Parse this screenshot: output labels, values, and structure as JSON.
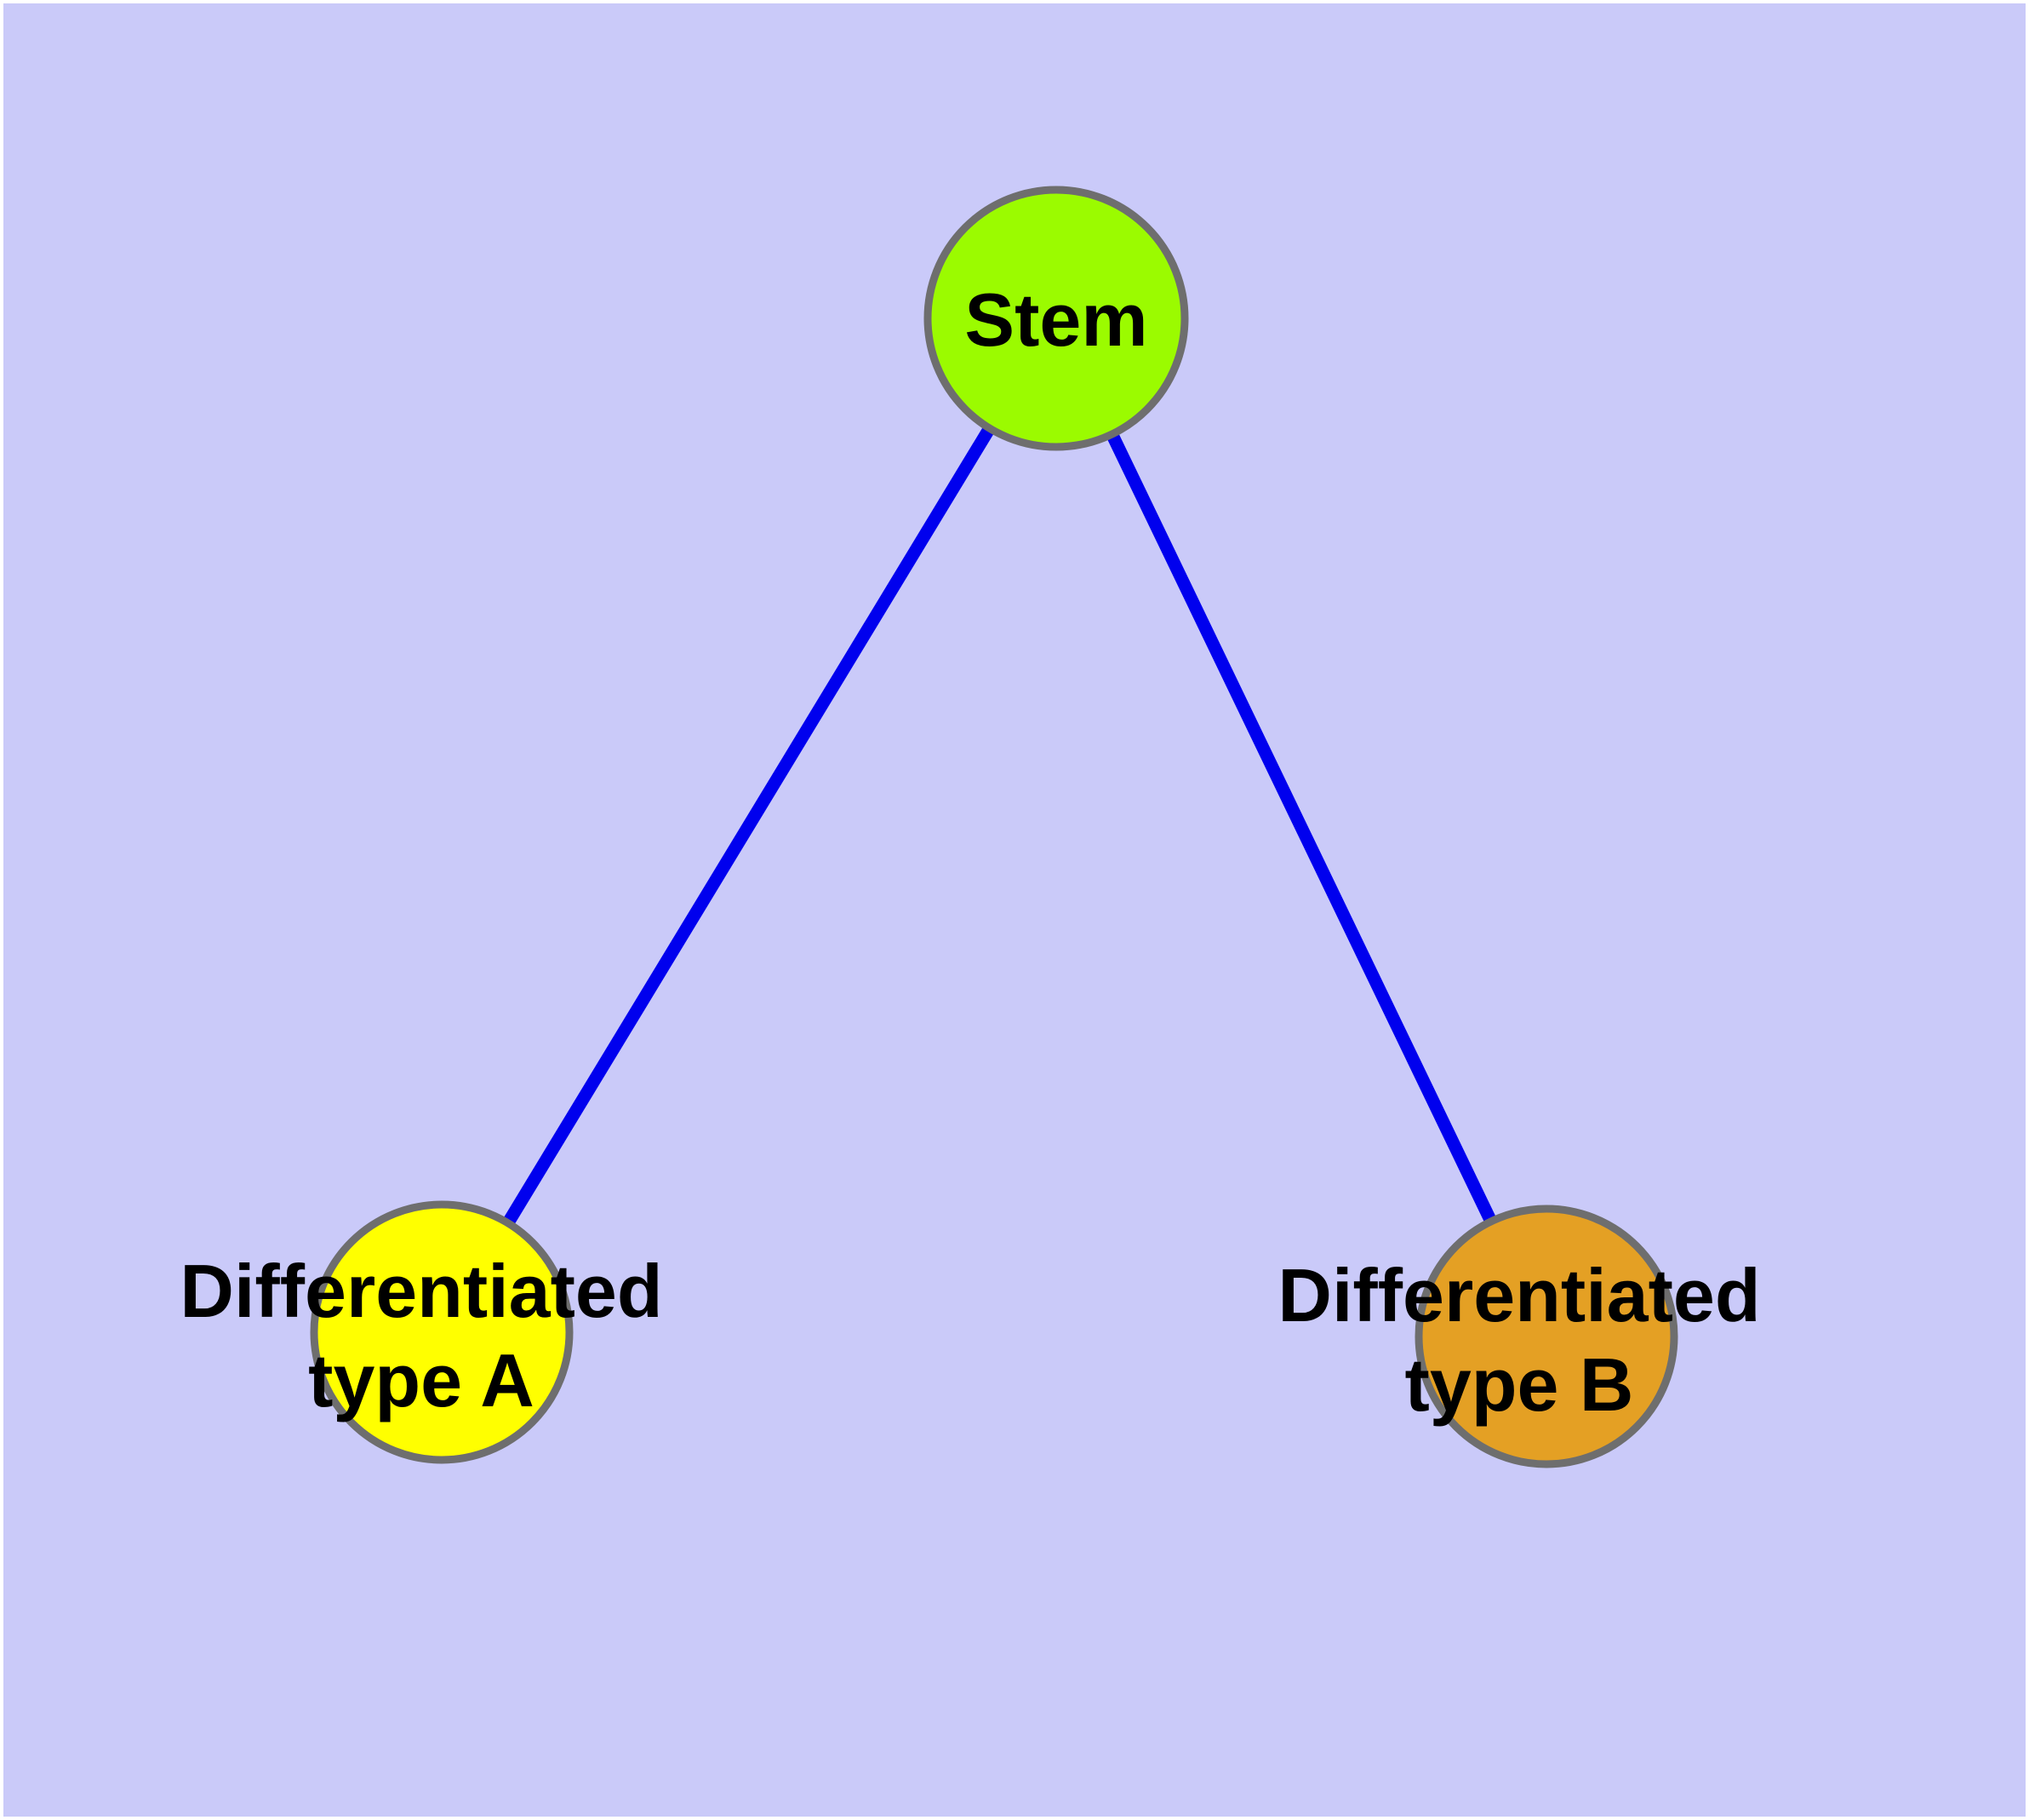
{
  "diagram": {
    "background_color": "#CACAF9",
    "frame_color": "#FFFFFF",
    "edge_color": "#0000EE",
    "node_stroke_color": "#6E6E6E",
    "label_color": "#000000",
    "nodes": [
      {
        "id": "stem",
        "line1": "Stem",
        "line2": "",
        "fill": "#9BFB00"
      },
      {
        "id": "type-a",
        "line1": "Differentiated",
        "line2": "type A",
        "fill": "#FFFF00"
      },
      {
        "id": "type-b",
        "line1": "Differentiated",
        "line2": "type B",
        "fill": "#E4A024"
      }
    ],
    "edges": [
      {
        "from": "Stem",
        "to": "Differentiated type A"
      },
      {
        "from": "Stem",
        "to": "Differentiated type B"
      }
    ]
  }
}
